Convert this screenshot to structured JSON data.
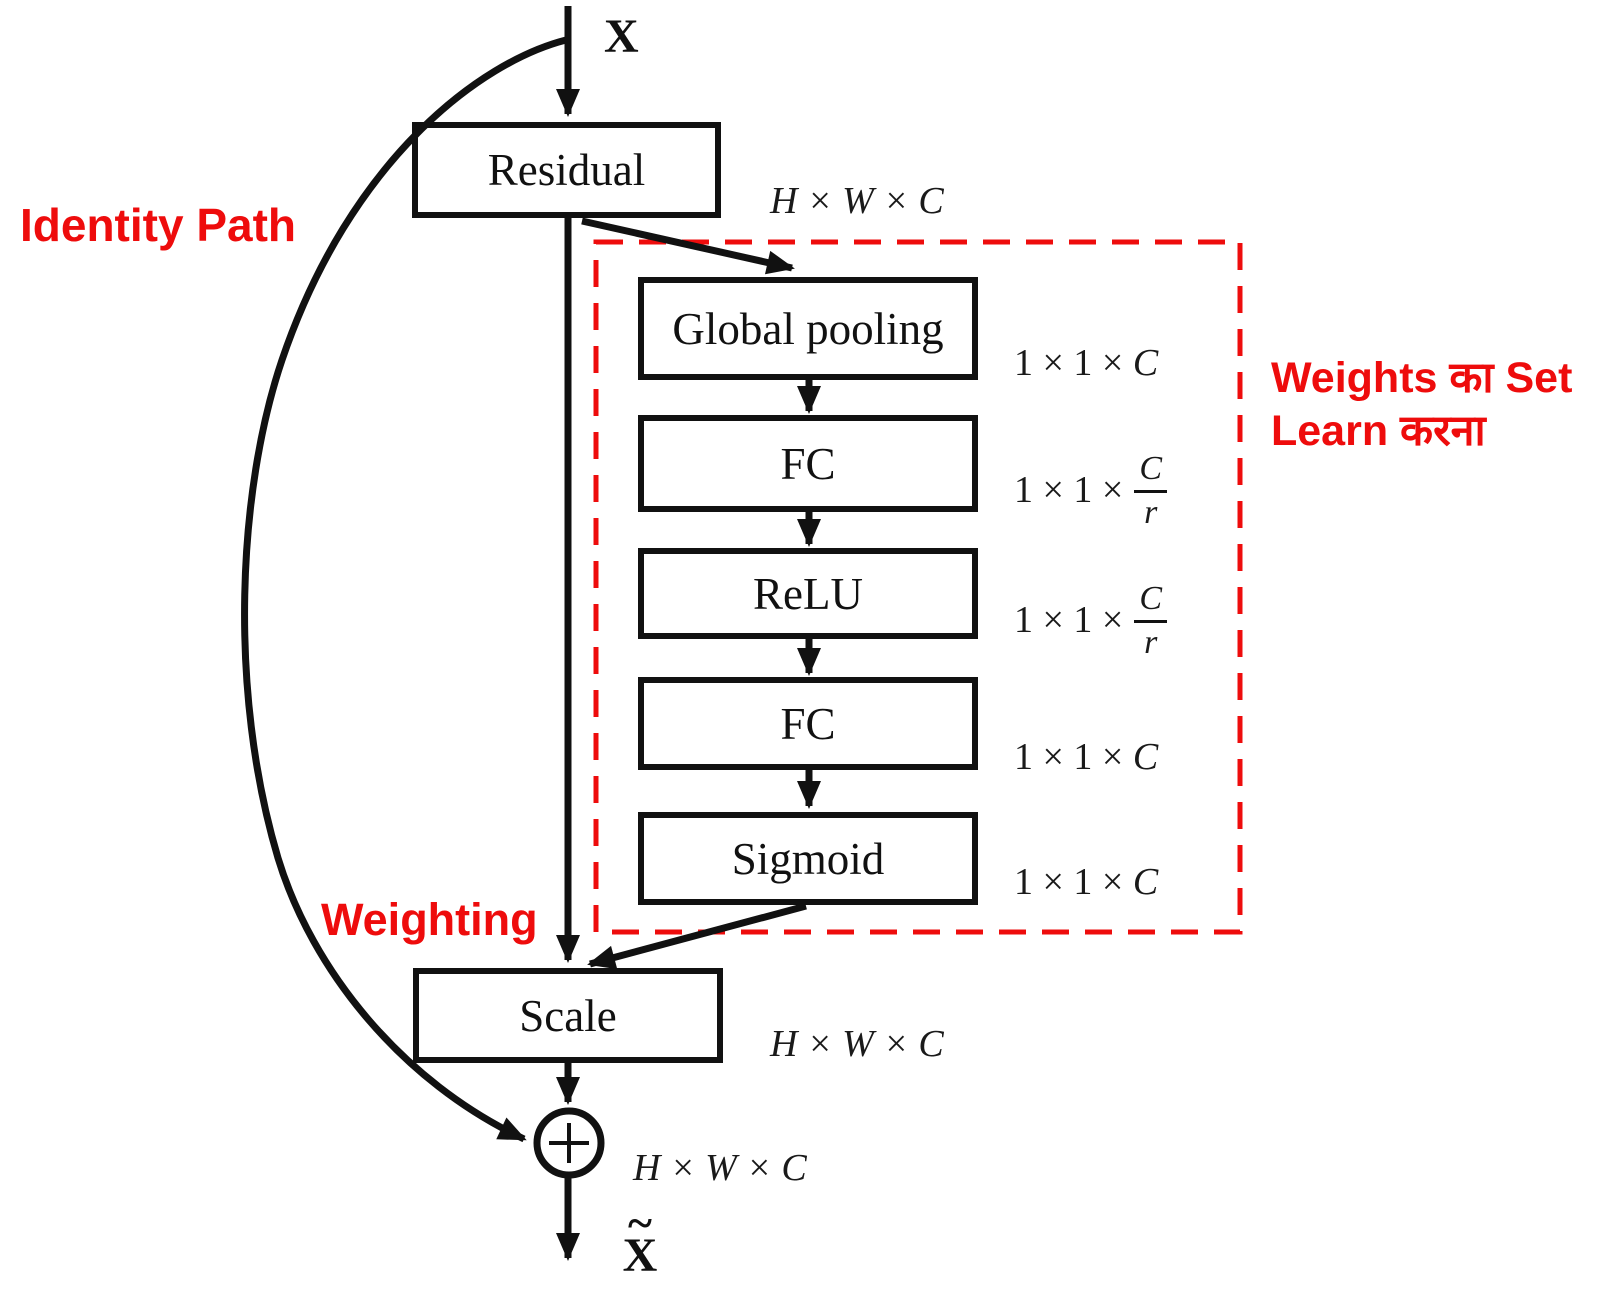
{
  "colors": {
    "annotation_red": "#ee0c0c",
    "dashed_box_red": "#ee0c0c",
    "line_black": "#111111",
    "background": "#ffffff"
  },
  "nodes": {
    "input_label": "X",
    "residual": "Residual",
    "global_pooling": "Global pooling",
    "fc1": "FC",
    "relu": "ReLU",
    "fc2": "FC",
    "sigmoid": "Sigmoid",
    "scale": "Scale",
    "output_tilde": "~",
    "output_base": "X"
  },
  "dims": {
    "residual_out": "H × W × C",
    "global_pooling_out": {
      "prefix": "1 × 1 ×",
      "var": "C"
    },
    "fc1_out": {
      "prefix": "1 × 1 ×",
      "num": "C",
      "den": "r"
    },
    "relu_out": {
      "prefix": "1 × 1 ×",
      "num": "C",
      "den": "r"
    },
    "fc2_out": {
      "prefix": "1 × 1 ×",
      "var": "C"
    },
    "sigmoid_out": {
      "prefix": "1 × 1 ×",
      "var": "C"
    },
    "scale_out": "H × W × C",
    "sum_out": "H × W × C"
  },
  "annotations": {
    "identity_path": "Identity Path",
    "weighting": "Weighting",
    "weights_note_line1": "Weights का Set",
    "weights_note_line2": "Learn करना"
  },
  "icons": {
    "sum": "plus-icon"
  }
}
